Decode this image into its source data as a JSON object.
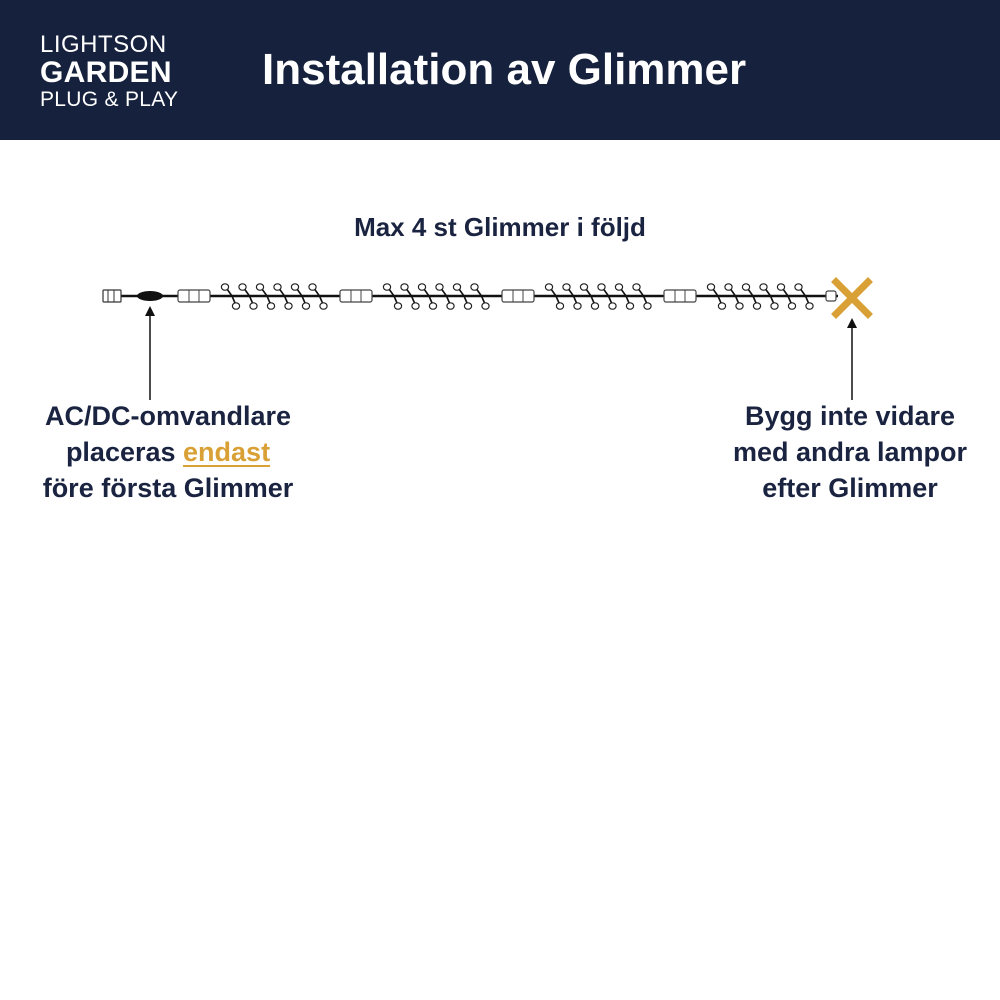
{
  "header": {
    "logo": {
      "line1": "LIGHTSON",
      "line2": "GARDEN",
      "line3": "PLUG & PLAY"
    },
    "title": "Installation av Glimmer"
  },
  "diagram": {
    "subtitle": "Max 4 st Glimmer i följd",
    "string_count": 4,
    "lights_per_string": 6,
    "colors": {
      "header_bg": "#16213d",
      "text": "#1a2340",
      "accent": "#d9a035"
    },
    "left_callout": {
      "line1": "AC/DC-omvandlare",
      "line2_prefix": "placeras ",
      "line2_highlight": "endast",
      "line3": "före första Glimmer"
    },
    "right_callout": {
      "line1": "Bygg inte vidare",
      "line2": "med andra lampor",
      "line3": "efter Glimmer"
    },
    "icons": [
      "adapter-icon",
      "connector-icon",
      "bulb-icon",
      "cross-icon",
      "arrow-up-icon"
    ]
  }
}
